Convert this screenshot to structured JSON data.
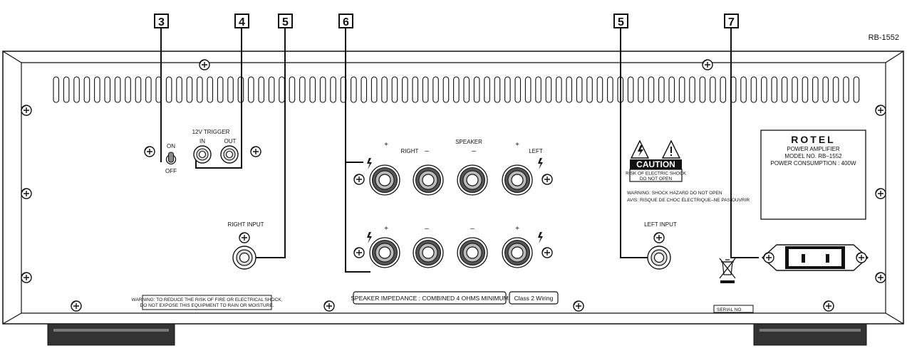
{
  "model_tag": "RB-1552",
  "callouts": {
    "c3": "3",
    "c4": "4",
    "c5a": "5",
    "c6": "6",
    "c5b": "5",
    "c7": "7"
  },
  "trigger": {
    "title": "12V TRIGGER",
    "in": "IN",
    "out": "OUT",
    "on": "ON",
    "off": "OFF"
  },
  "speaker": {
    "title": "SPEAKER",
    "right": "RIGHT",
    "left": "LEFT",
    "plus": "+",
    "minus": "–"
  },
  "inputs": {
    "right": "RIGHT INPUT",
    "left": "LEFT INPUT"
  },
  "caution": {
    "title": "CAUTION",
    "line1": "RISK OF ELECTRIC SHOCK",
    "line2": "DO NOT OPEN",
    "warn1": "WARNING:  SHOCK HAZARD DO NOT OPEN",
    "warn2": "AVIS:  RISQUE DE CHOC ÉLECTRIQUE–NE PAS OUVRIR"
  },
  "rating_plate": {
    "brand": "ROTEL",
    "line1": "POWER AMPLIFIER",
    "line2": "MODEL NO. RB–1552",
    "line3": "POWER CONSUMPTION : 400W"
  },
  "warning": {
    "line1": "WARNING: TO REDUCE THE RISK OF FIRE OR ELECTRICAL SHOCK,",
    "line2": "DO NOT EXPOSE THIS EQUIPMENT TO RAIN OR MOISTURE."
  },
  "impedance": "SPEAKER IMPEDANCE : COMBINED 4 OHMS MINIMUM",
  "class2": "Class 2 Wiring",
  "serial": "SERIAL NO."
}
